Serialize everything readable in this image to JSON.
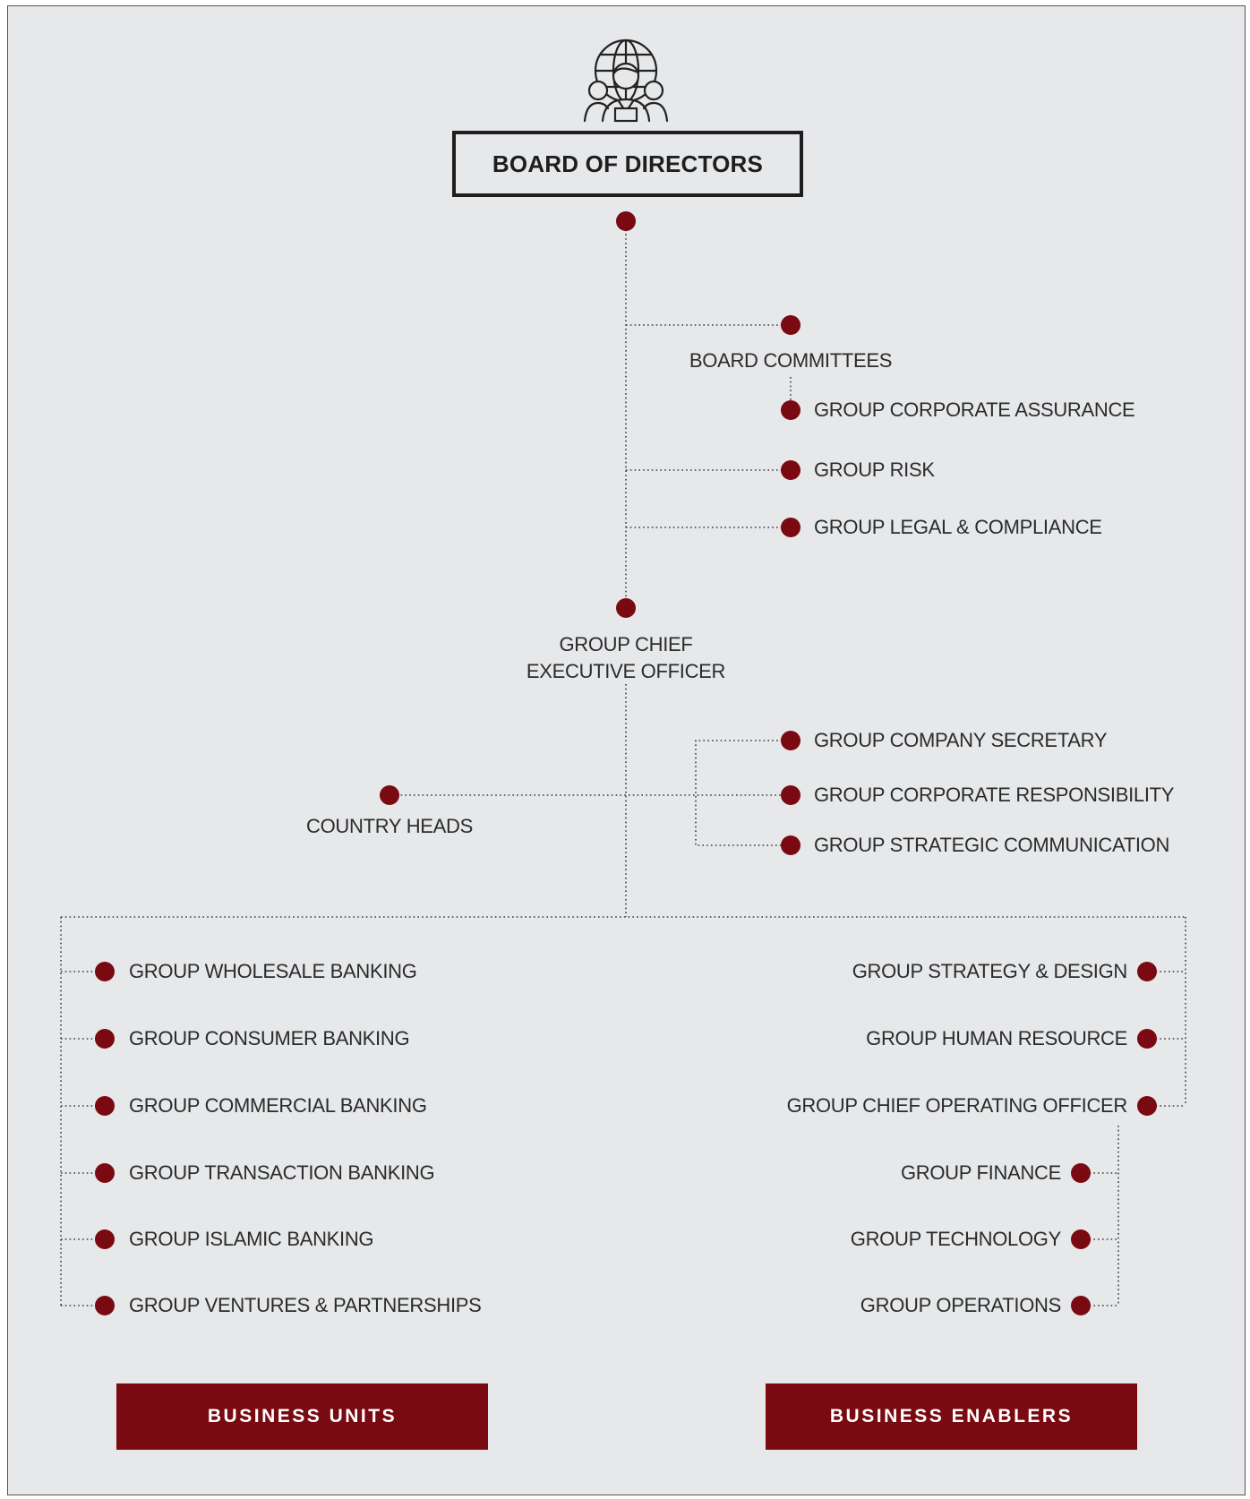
{
  "colors": {
    "accent": "#7a0a12",
    "line": "#3a3a3a",
    "background": "#e7e8ea"
  },
  "board": {
    "icon": "people-globe-icon",
    "title": "BOARD OF DIRECTORS"
  },
  "board_committees": "BOARD COMMITTEES",
  "board_units": [
    "GROUP CORPORATE ASSURANCE",
    "GROUP RISK",
    "GROUP LEGAL & COMPLIANCE"
  ],
  "ceo": {
    "line1": "GROUP CHIEF",
    "line2": "EXECUTIVE OFFICER"
  },
  "country_heads": "COUNTRY HEADS",
  "ceo_units": [
    "GROUP COMPANY SECRETARY",
    "GROUP CORPORATE RESPONSIBILITY",
    "GROUP STRATEGIC COMMUNICATION"
  ],
  "business_units": [
    "GROUP WHOLESALE BANKING",
    "GROUP CONSUMER BANKING",
    "GROUP COMMERCIAL BANKING",
    "GROUP TRANSACTION BANKING",
    "GROUP ISLAMIC BANKING",
    "GROUP VENTURES & PARTNERSHIPS"
  ],
  "business_enablers": [
    "GROUP STRATEGY & DESIGN",
    "GROUP HUMAN RESOURCE",
    "GROUP CHIEF OPERATING OFFICER"
  ],
  "coo_units": [
    "GROUP FINANCE",
    "GROUP TECHNOLOGY",
    "GROUP OPERATIONS"
  ],
  "footer": {
    "business_units_label": "BUSINESS UNITS",
    "business_enablers_label": "BUSINESS ENABLERS"
  }
}
